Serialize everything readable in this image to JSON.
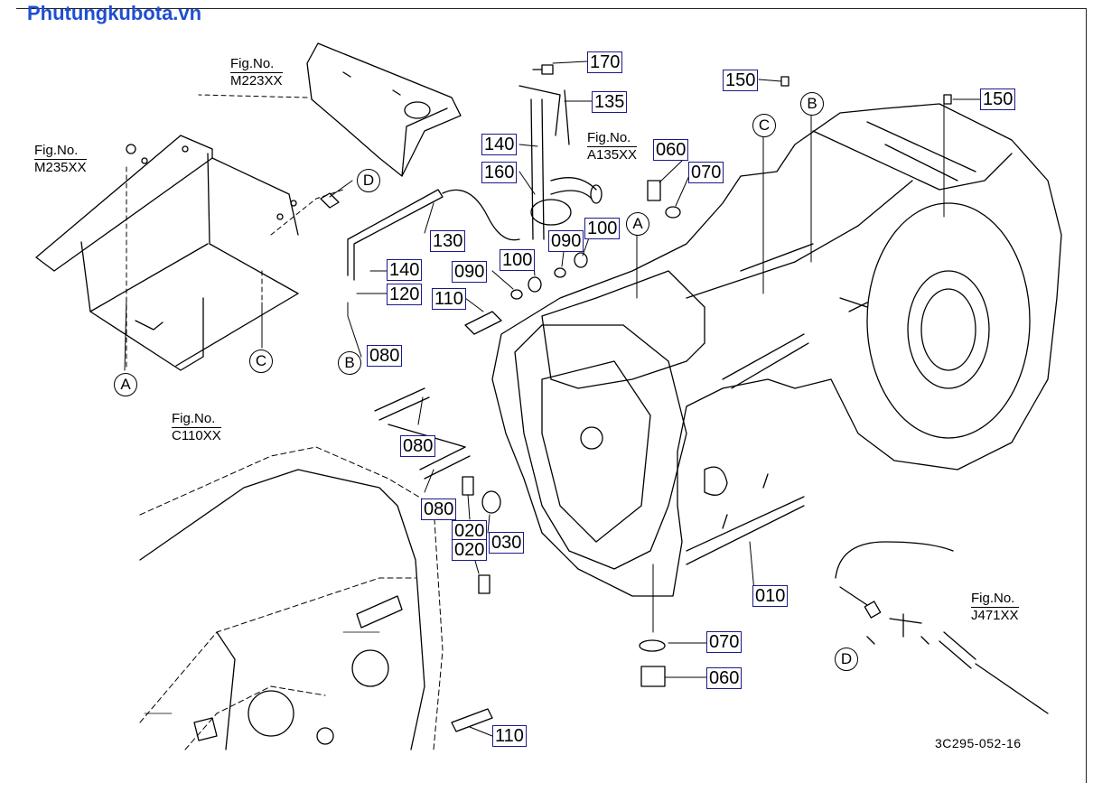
{
  "watermark": "Phutungkubota.vn",
  "drawing_code": "3C295-052-16",
  "fig_refs": [
    {
      "line1": "Fig.No.",
      "line2": "M223XX"
    },
    {
      "line1": "Fig.No.",
      "line2": "M235XX"
    },
    {
      "line1": "Fig.No.",
      "line2": "A135XX"
    },
    {
      "line1": "Fig.No.",
      "line2": "C110XX"
    },
    {
      "line1": "Fig.No.",
      "line2": "J471XX"
    }
  ],
  "callouts": [
    "170",
    "135",
    "140",
    "160",
    "130",
    "140",
    "120",
    "110",
    "090",
    "100",
    "090",
    "100",
    "060",
    "070",
    "150",
    "150",
    "080",
    "080",
    "080",
    "020",
    "030",
    "020",
    "010",
    "070",
    "060",
    "110"
  ],
  "circle_markers": [
    "D",
    "A",
    "C",
    "B",
    "A",
    "C",
    "B",
    "D"
  ]
}
